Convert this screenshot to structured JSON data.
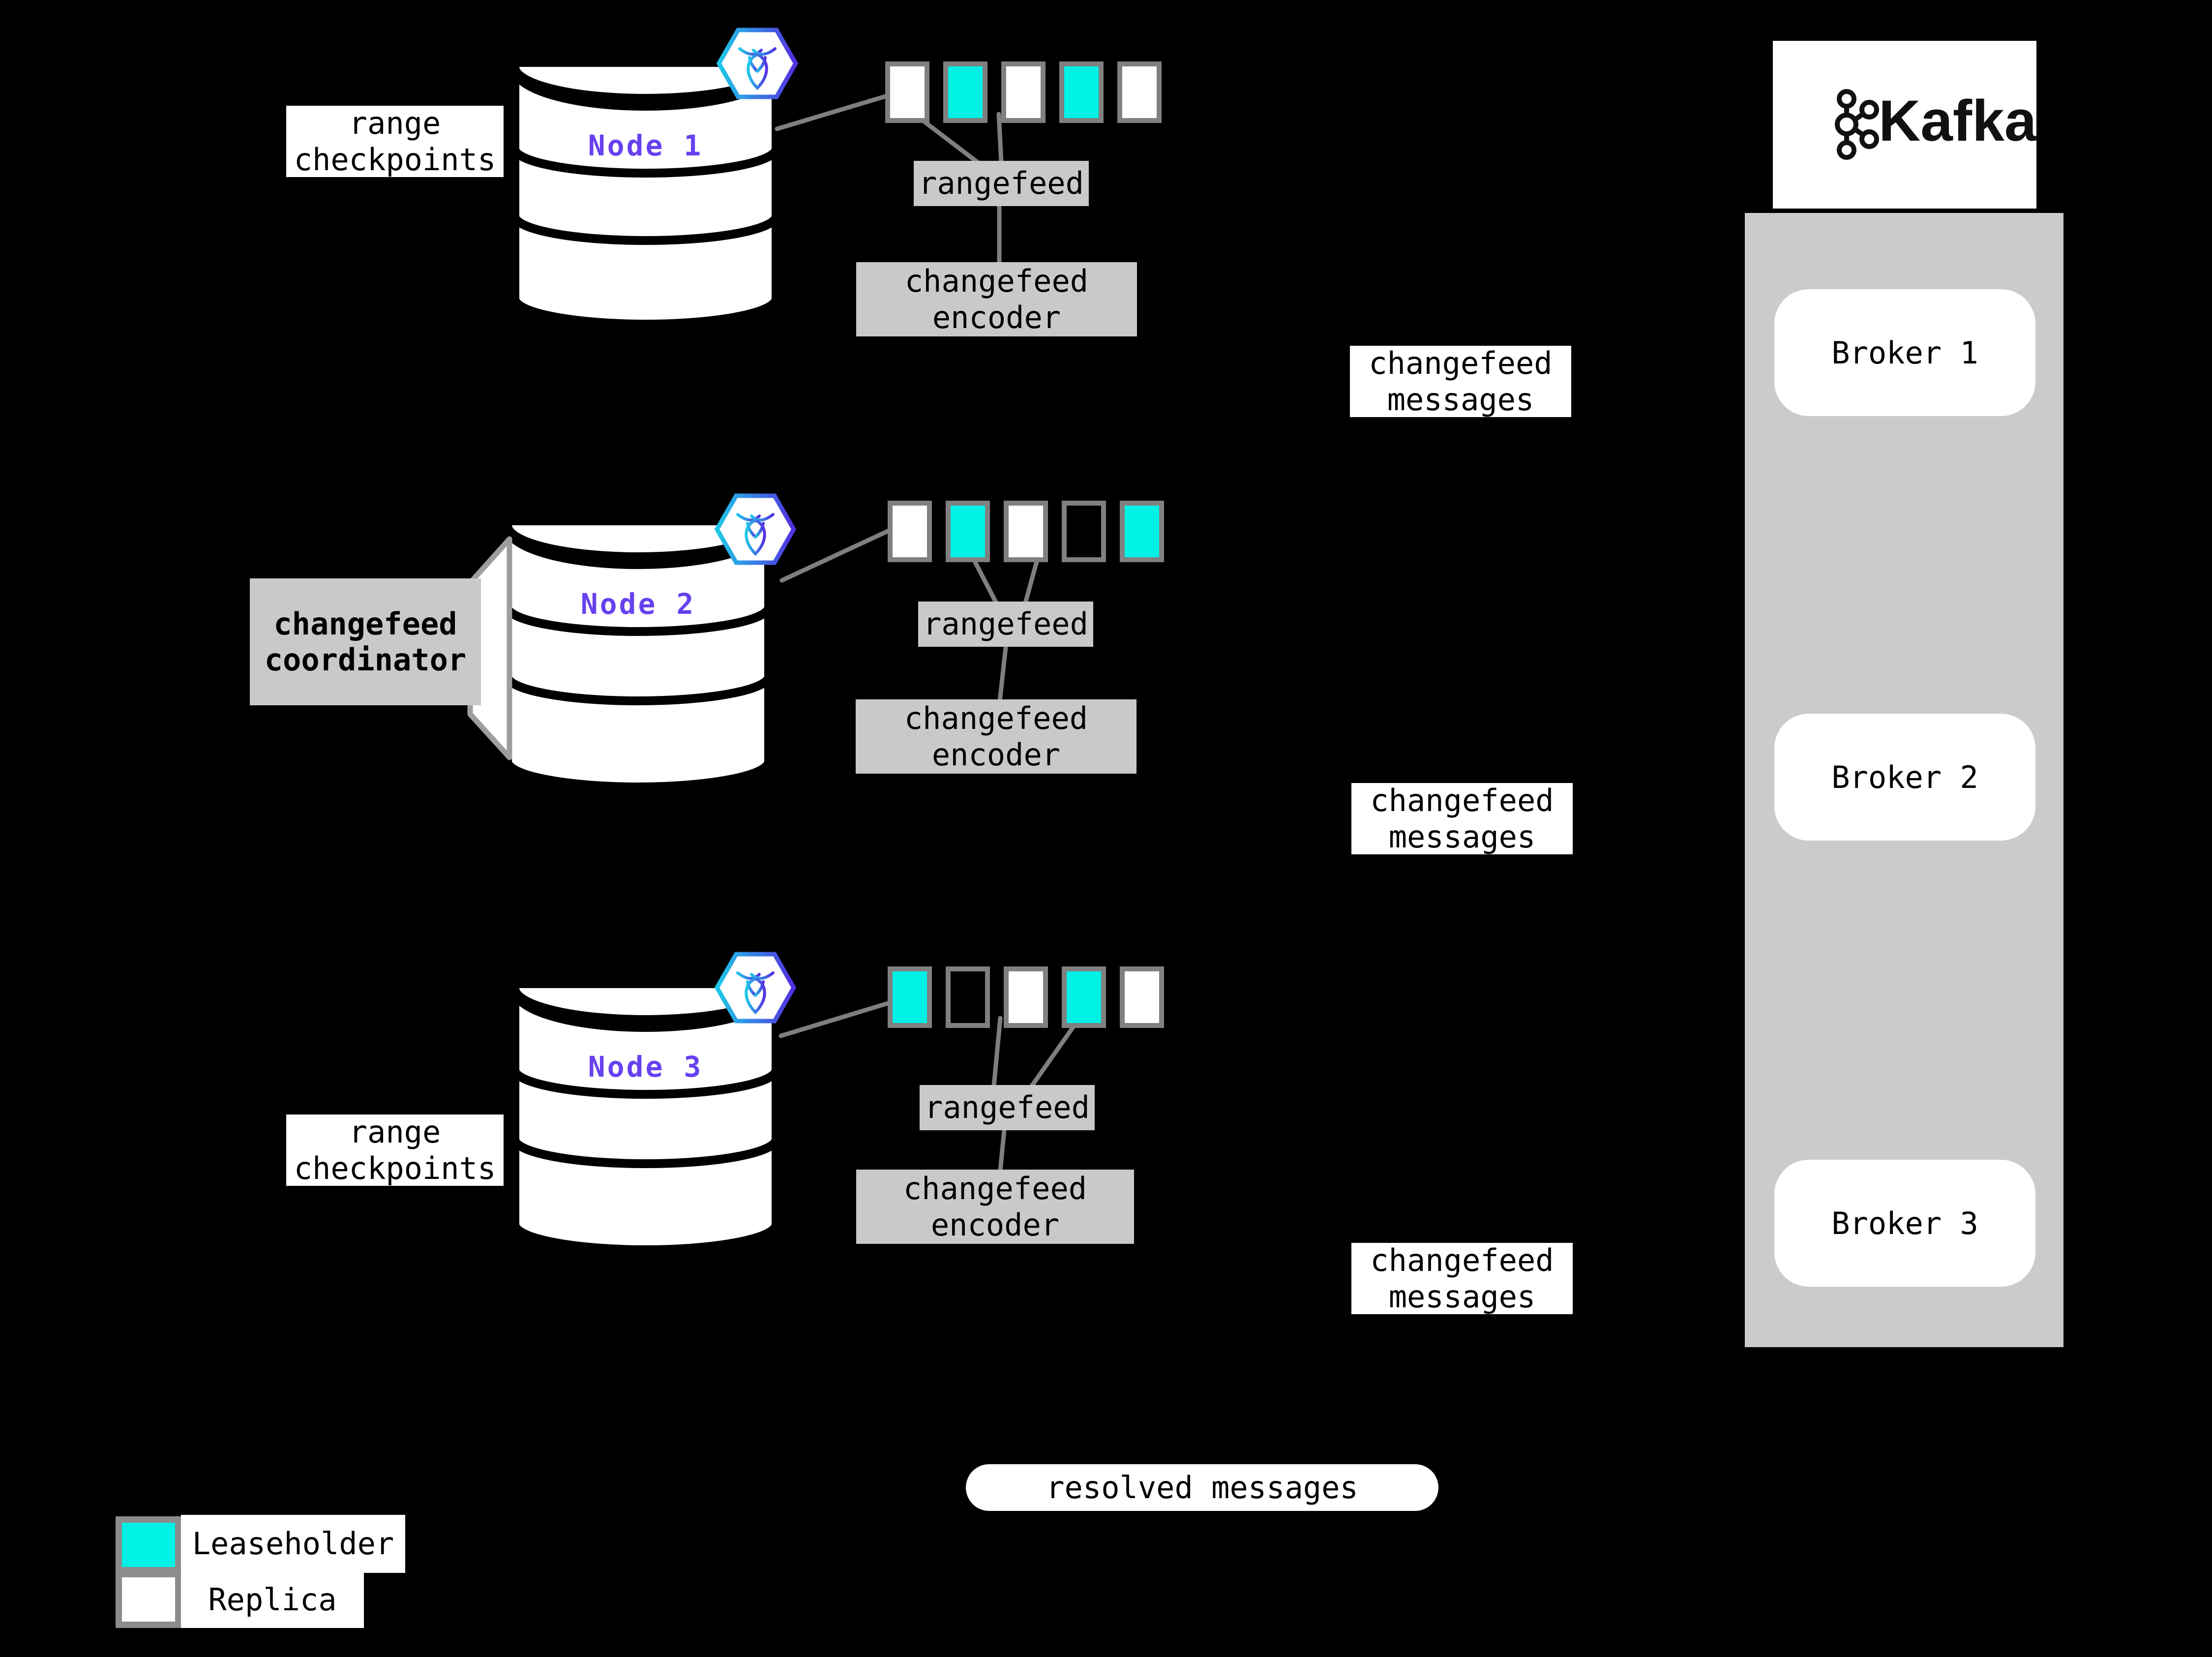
{
  "colors": {
    "background": "#000000",
    "leaseholder": "#00F2E6",
    "replica": "#FFFFFF",
    "box_gray": "#C9C9C9",
    "container_gray": "#CBCBCB",
    "border_gray": "#808080",
    "line_gray": "#7F7F7F",
    "node_label": "#6741F0",
    "swatch_border": "#8C8C8C",
    "callout_stroke": "#9E9E9E"
  },
  "nodes": [
    {
      "name": "Node 1",
      "checkpoints": "range\ncheckpoints",
      "ranges": [
        "replica",
        "leaseholder",
        "replica",
        "leaseholder",
        "replica"
      ],
      "rangefeed": "rangefeed",
      "encoder": "changefeed\nencoder",
      "messages": "changefeed\nmessages"
    },
    {
      "name": "Node 2",
      "coordinator": "changefeed\ncoordinator",
      "ranges": [
        "replica",
        "leaseholder",
        "replica",
        "empty",
        "leaseholder"
      ],
      "rangefeed": "rangefeed",
      "encoder": "changefeed\nencoder",
      "messages": "changefeed\nmessages"
    },
    {
      "name": "Node 3",
      "checkpoints": "range\ncheckpoints",
      "ranges": [
        "leaseholder",
        "empty",
        "replica",
        "leaseholder",
        "replica"
      ],
      "rangefeed": "rangefeed",
      "encoder": "changefeed\nencoder",
      "messages": "changefeed\nmessages"
    }
  ],
  "kafka": {
    "wordmark": "Kafka",
    "brokers": [
      "Broker 1",
      "Broker 2",
      "Broker 3"
    ]
  },
  "resolved": "resolved messages",
  "legend": {
    "leaseholder": "Leaseholder",
    "replica": "Replica"
  }
}
